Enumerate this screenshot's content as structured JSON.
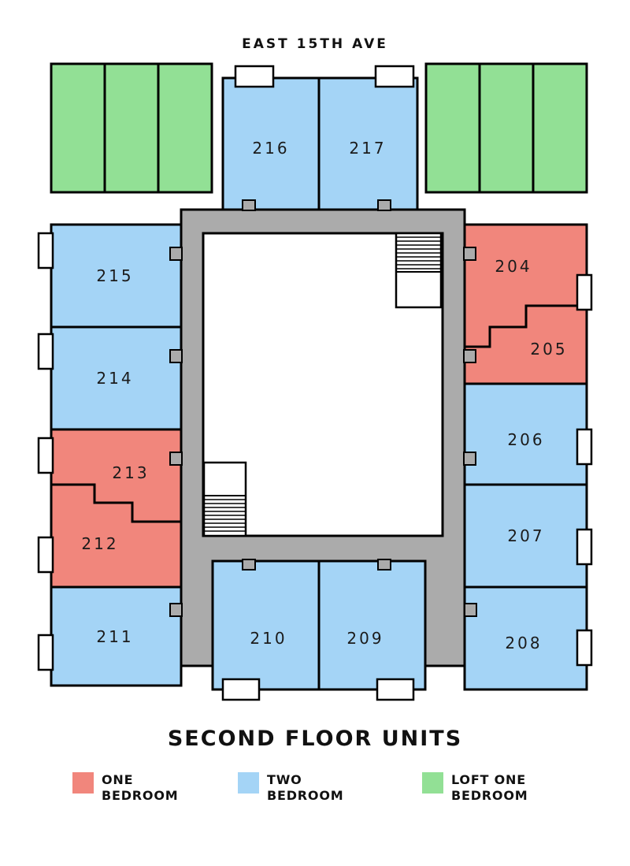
{
  "street_label": "EAST 15TH AVE",
  "title": "SECOND FLOOR UNITS",
  "colors": {
    "one_bedroom": "#F1867C",
    "two_bedroom": "#A4D4F6",
    "loft_one_bedroom": "#92E095",
    "corridor": "#ABABAB",
    "wall": "#000000"
  },
  "units": {
    "u204": {
      "label": "204",
      "type": "one_bedroom"
    },
    "u205": {
      "label": "205",
      "type": "one_bedroom"
    },
    "u206": {
      "label": "206",
      "type": "two_bedroom"
    },
    "u207": {
      "label": "207",
      "type": "two_bedroom"
    },
    "u208": {
      "label": "208",
      "type": "two_bedroom"
    },
    "u209": {
      "label": "209",
      "type": "two_bedroom"
    },
    "u210": {
      "label": "210",
      "type": "two_bedroom"
    },
    "u211": {
      "label": "211",
      "type": "two_bedroom"
    },
    "u212": {
      "label": "212",
      "type": "one_bedroom"
    },
    "u213": {
      "label": "213",
      "type": "one_bedroom"
    },
    "u214": {
      "label": "214",
      "type": "two_bedroom"
    },
    "u215": {
      "label": "215",
      "type": "two_bedroom"
    },
    "u216": {
      "label": "216",
      "type": "two_bedroom"
    },
    "u217": {
      "label": "217",
      "type": "two_bedroom"
    }
  },
  "legend": [
    {
      "line1": "ONE",
      "line2": "BEDROOM",
      "type": "one_bedroom"
    },
    {
      "line1": "TWO",
      "line2": "BEDROOM",
      "type": "two_bedroom"
    },
    {
      "line1": "LOFT ONE",
      "line2": "BEDROOM",
      "type": "loft_one_bedroom"
    }
  ]
}
